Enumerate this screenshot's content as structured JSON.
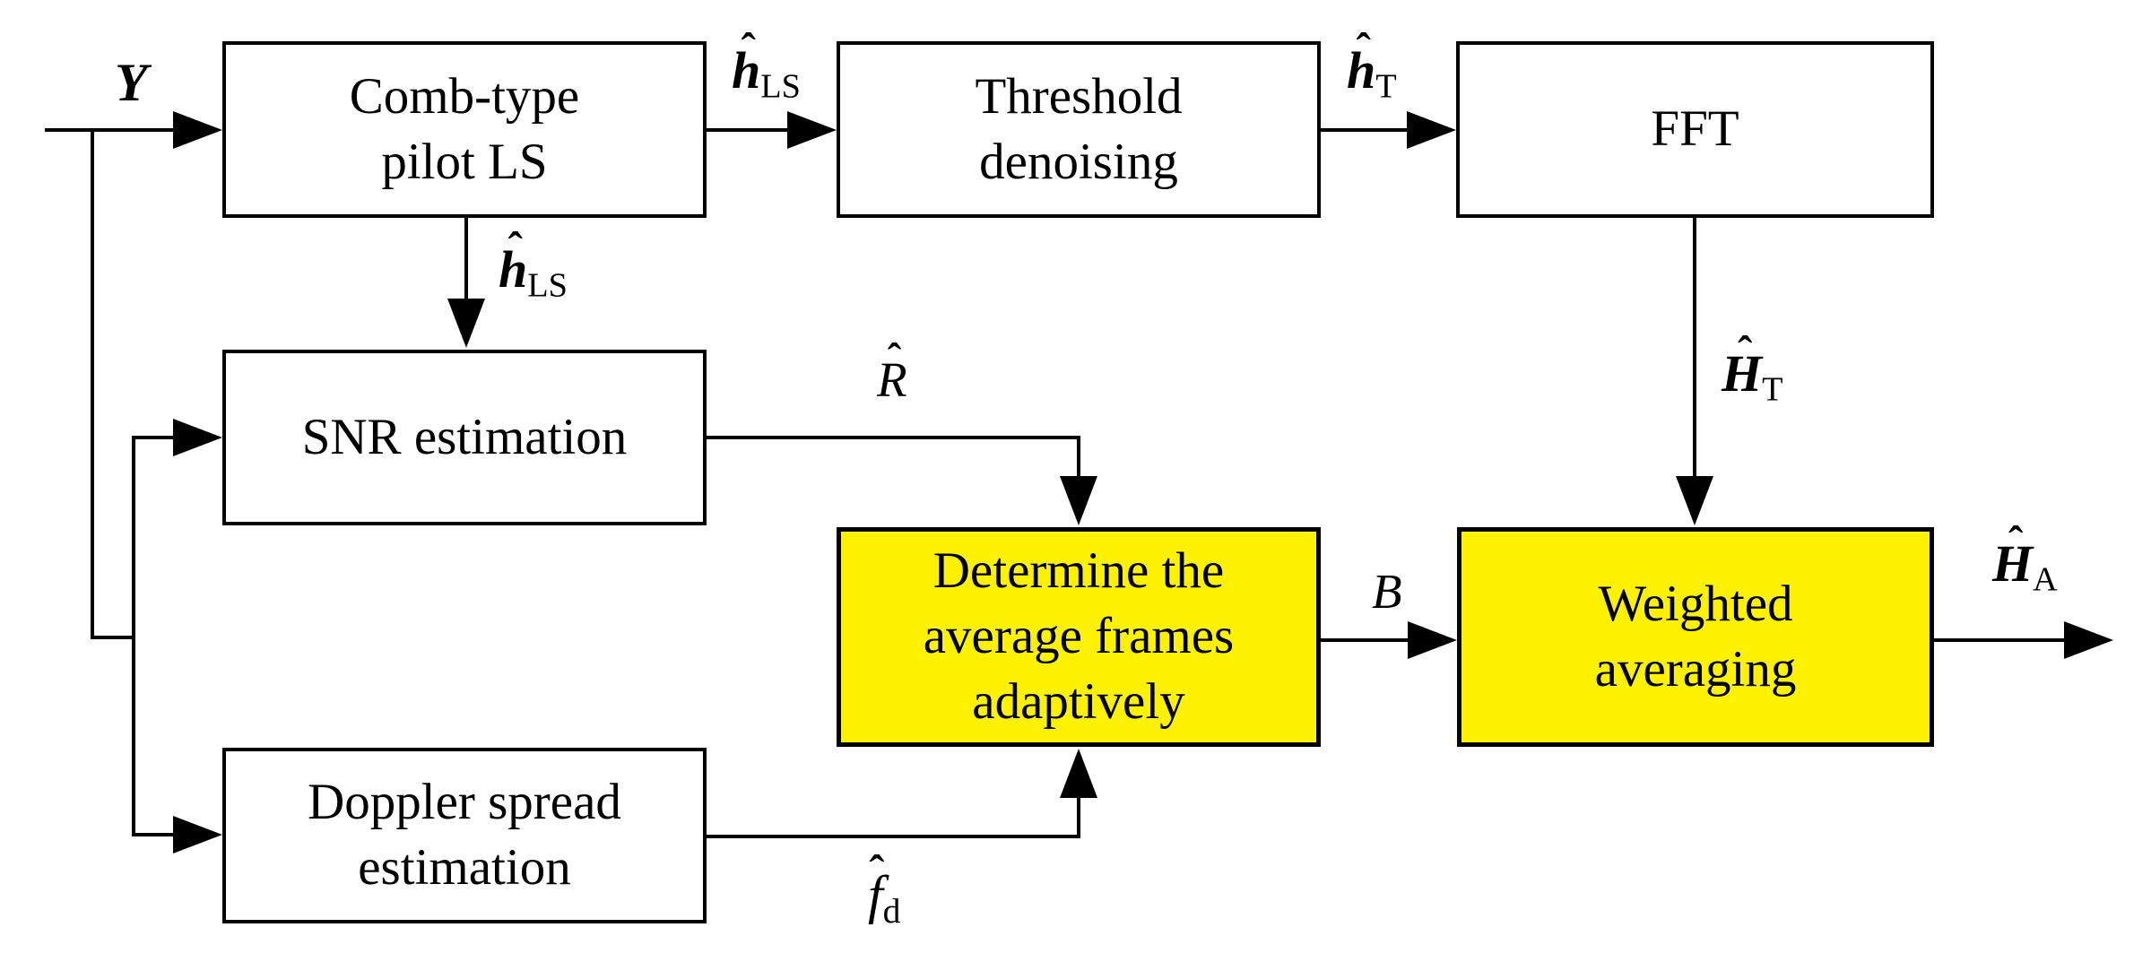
{
  "diagram": {
    "title": "Adaptive weighted averaging channel estimation block diagram",
    "boxes": {
      "comb": {
        "text": "Comb-type\npilot LS"
      },
      "threshold": {
        "text": "Threshold\ndenoising"
      },
      "fft": {
        "text": "FFT"
      },
      "snr": {
        "text": "SNR estimation"
      },
      "doppler": {
        "text": "Doppler spread\nestimation"
      },
      "determine": {
        "text": "Determine the\naverage frames\nadaptively"
      },
      "weighted": {
        "text": "Weighted\naveraging"
      }
    },
    "labels": {
      "input_y": {
        "hat": "",
        "letter": "Y",
        "sub": ""
      },
      "h_ls_top": {
        "hat": "ˆ",
        "letter": "h",
        "sub": "LS"
      },
      "h_t_top": {
        "hat": "ˆ",
        "letter": "h",
        "sub": "T"
      },
      "h_ls_down": {
        "hat": "ˆ",
        "letter": "h",
        "sub": "LS"
      },
      "H_T": {
        "hat": "ˆ",
        "letter": "H",
        "sub": "T"
      },
      "R_hat": {
        "hat": "ˆ",
        "letter": "R",
        "sub": ""
      },
      "f_d": {
        "hat": "ˆ",
        "letter": "f",
        "sub": "d"
      },
      "B": {
        "hat": "",
        "letter": "B",
        "sub": ""
      },
      "H_A": {
        "hat": "ˆ",
        "letter": "H",
        "sub": "A"
      }
    },
    "colors": {
      "highlight_fill": "#FFF200",
      "box_fill": "#FFFFFF",
      "line": "#000000",
      "background": "#FFFFFF"
    }
  }
}
